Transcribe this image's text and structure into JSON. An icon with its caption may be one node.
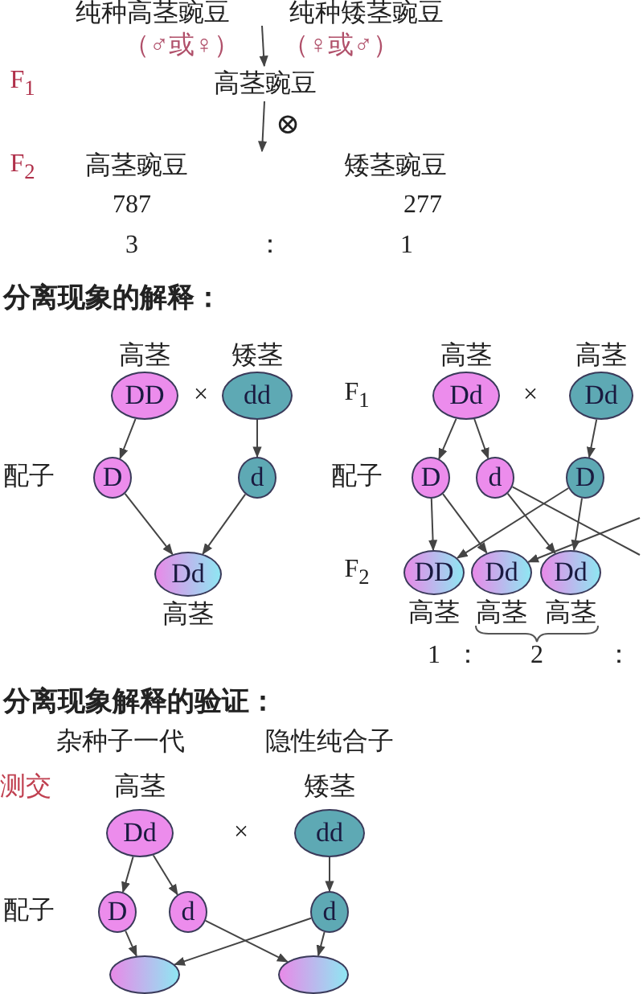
{
  "diagram": {
    "nodes": [
      {
        "text": [
          "高茎豌豆"
        ]
      },
      {
        "text": [
          "DD"
        ],
        "beside": [
          "高茎"
        ]
      },
      {
        "text": [
          "dd"
        ],
        "beside": [
          "矮茎"
        ]
      },
      {
        "text": [
          "D"
        ]
      },
      {
        "text": [
          "d"
        ]
      },
      {
        "text": [
          "Dd"
        ],
        "beside": [
          "高茎"
        ]
      },
      {
        "text": [
          "Dd"
        ],
        "beside": [
          "高茎"
        ]
      },
      {
        "text": [
          "Dd"
        ],
        "beside": [
          "高茎"
        ]
      },
      {
        "text": [
          "D"
        ]
      },
      {
        "text": [
          "d"
        ]
      },
      {
        "text": [
          "D"
        ]
      },
      {
        "text": [
          "DD"
        ],
        "beside": [
          "高茎"
        ]
      },
      {
        "text": [
          "Dd"
        ],
        "beside": [
          "高茎"
        ]
      },
      {
        "text": [
          "Dd"
        ],
        "beside": [
          "高茎"
        ]
      },
      {
        "text": [
          "Dd"
        ],
        "beside": [
          "高茎"
        ]
      },
      {
        "text": [
          "dd"
        ],
        "beside": [
          "矮茎"
        ]
      },
      {
        "text": [
          "D"
        ]
      },
      {
        "text": [
          "d"
        ]
      },
      {
        "text": [
          "d"
        ]
      },
      {
        "text": [],
        "shape": "circle"
      },
      {
        "text": [],
        "shape": "circle"
      }
    ],
    "edges": [
      {
        "from": null,
        "to": 0,
        "arrow": "to"
      },
      {
        "from": 0,
        "to": null,
        "arrow": "to",
        "label": "⊗"
      },
      {
        "from": 1,
        "to": 3,
        "arrow": "to"
      },
      {
        "from": 2,
        "to": 4,
        "arrow": "to"
      },
      {
        "from": 3,
        "to": 5,
        "arrow": "to"
      },
      {
        "from": 4,
        "to": 5,
        "arrow": "to"
      },
      {
        "from": 6,
        "to": 8,
        "arrow": "to"
      },
      {
        "from": 6,
        "to": 9,
        "arrow": "to"
      },
      {
        "from": 7,
        "to": 10,
        "arrow": "to"
      },
      {
        "from": 8,
        "to": 11,
        "arrow": "to"
      },
      {
        "from": 8,
        "to": 12,
        "arrow": "to"
      },
      {
        "from": 9,
        "to": 13,
        "arrow": "to"
      },
      {
        "from": 9,
        "to": null,
        "arrow": "none"
      },
      {
        "from": 10,
        "to": 11,
        "arrow": "to"
      },
      {
        "from": 10,
        "to": 13,
        "arrow": "to"
      },
      {
        "from": null,
        "to": 12,
        "arrow": "to"
      },
      {
        "from": 14,
        "to": 16,
        "arrow": "to"
      },
      {
        "from": 14,
        "to": 17,
        "arrow": "to"
      },
      {
        "from": 15,
        "to": 18,
        "arrow": "to"
      },
      {
        "from": 16,
        "to": 19,
        "arrow": "to"
      },
      {
        "from": 18,
        "to": 19,
        "arrow": "to"
      },
      {
        "from": 17,
        "to": 20,
        "arrow": "to"
      },
      {
        "from": 18,
        "to": 20,
        "arrow": "to"
      }
    ],
    "labels": [
      "纯种高茎豌豆",
      "纯种矮茎豌豆",
      "（♂或♀）",
      "（♀或♂）",
      "F$_{1}$",
      "F$_{2}$",
      "高茎豌豆",
      "矮茎豌豆",
      "787",
      "277",
      "3",
      "：",
      "1",
      "分离现象的解释：",
      "×",
      "配子",
      "F$_{1}$",
      "×",
      "配子",
      "F$_{2}$",
      "1",
      "：",
      "2",
      "：",
      "分离现象解释的验证：",
      "杂种子一代",
      "隐性纯合子",
      "测交",
      "×",
      "配子"
    ]
  }
}
